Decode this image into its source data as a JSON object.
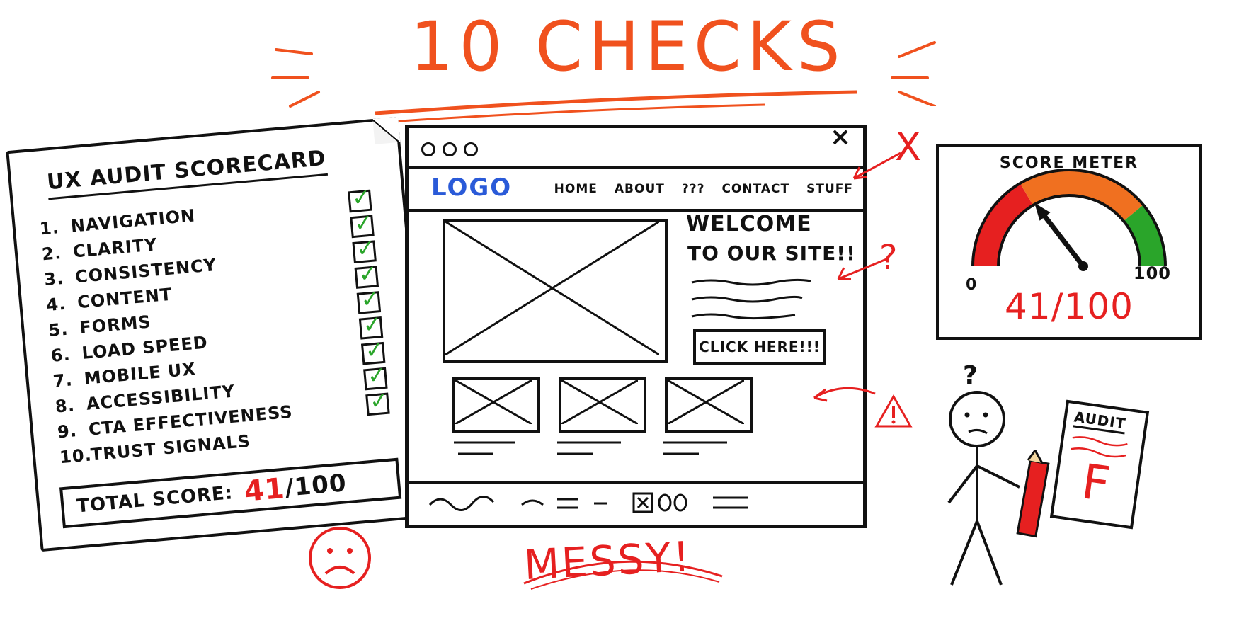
{
  "title": "10 CHECKS",
  "scorecard": {
    "title": "UX AUDIT SCORECARD",
    "items": [
      {
        "num": "1.",
        "label": "NAVIGATION"
      },
      {
        "num": "2.",
        "label": "CLARITY"
      },
      {
        "num": "3.",
        "label": "CONSISTENCY"
      },
      {
        "num": "4.",
        "label": "CONTENT"
      },
      {
        "num": "5.",
        "label": "FORMS"
      },
      {
        "num": "6.",
        "label": "LOAD SPEED"
      },
      {
        "num": "7.",
        "label": "MOBILE UX"
      },
      {
        "num": "8.",
        "label": "ACCESSIBILITY"
      },
      {
        "num": "9.",
        "label": "CTA EFFECTIVENESS"
      },
      {
        "num": "10.",
        "label": "TRUST SIGNALS"
      }
    ],
    "total_label": "TOTAL SCORE:",
    "total_score": "41",
    "total_max": "/100"
  },
  "browser": {
    "logo": "LOGO",
    "nav": [
      "HOME",
      "ABOUT",
      "???",
      "CONTACT",
      "STUFF"
    ],
    "close": "×",
    "welcome_line1": "WELCOME",
    "welcome_line2": "TO OUR SITE!!",
    "cta": "CLICK HERE!!!"
  },
  "meter": {
    "title": "SCORE METER",
    "min": "0",
    "max": "100",
    "score": "41/100",
    "value": 41
  },
  "annotations": {
    "messy": "MESSY!",
    "question": "?",
    "question_red": "?",
    "x_mark": "X"
  },
  "audit_sheet": {
    "title": "AUDIT",
    "grade": "F"
  },
  "colors": {
    "title": "#f0511e",
    "red": "#e62020",
    "green": "#2aa52a",
    "blue": "#2a5ad8",
    "orange": "#f07020"
  }
}
